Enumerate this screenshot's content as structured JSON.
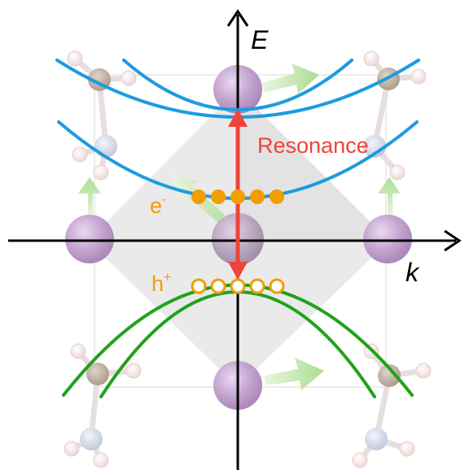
{
  "labels": {
    "energy_axis": "E",
    "momentum_axis": "k",
    "resonance": "Resonance",
    "electron_base": "e",
    "electron_sup": "-",
    "hole_base": "h",
    "hole_sup": "+"
  },
  "colors": {
    "conduction_band": "#1e9be0",
    "valence_band": "#21a21b",
    "resonance": "#f0433b",
    "carriers": "#f29d00",
    "axis": "#000000",
    "central_atom": "#b893c4",
    "arrow_green": "#b6e3a0",
    "octahedron": "#dcdcdc"
  },
  "carriers": {
    "electrons": {
      "count": 5,
      "filled": true
    },
    "holes": {
      "count": 5,
      "filled": false
    }
  },
  "icons": [
    "energy-axis-arrow-icon",
    "momentum-axis-arrow-icon",
    "resonance-double-arrow-icon"
  ]
}
